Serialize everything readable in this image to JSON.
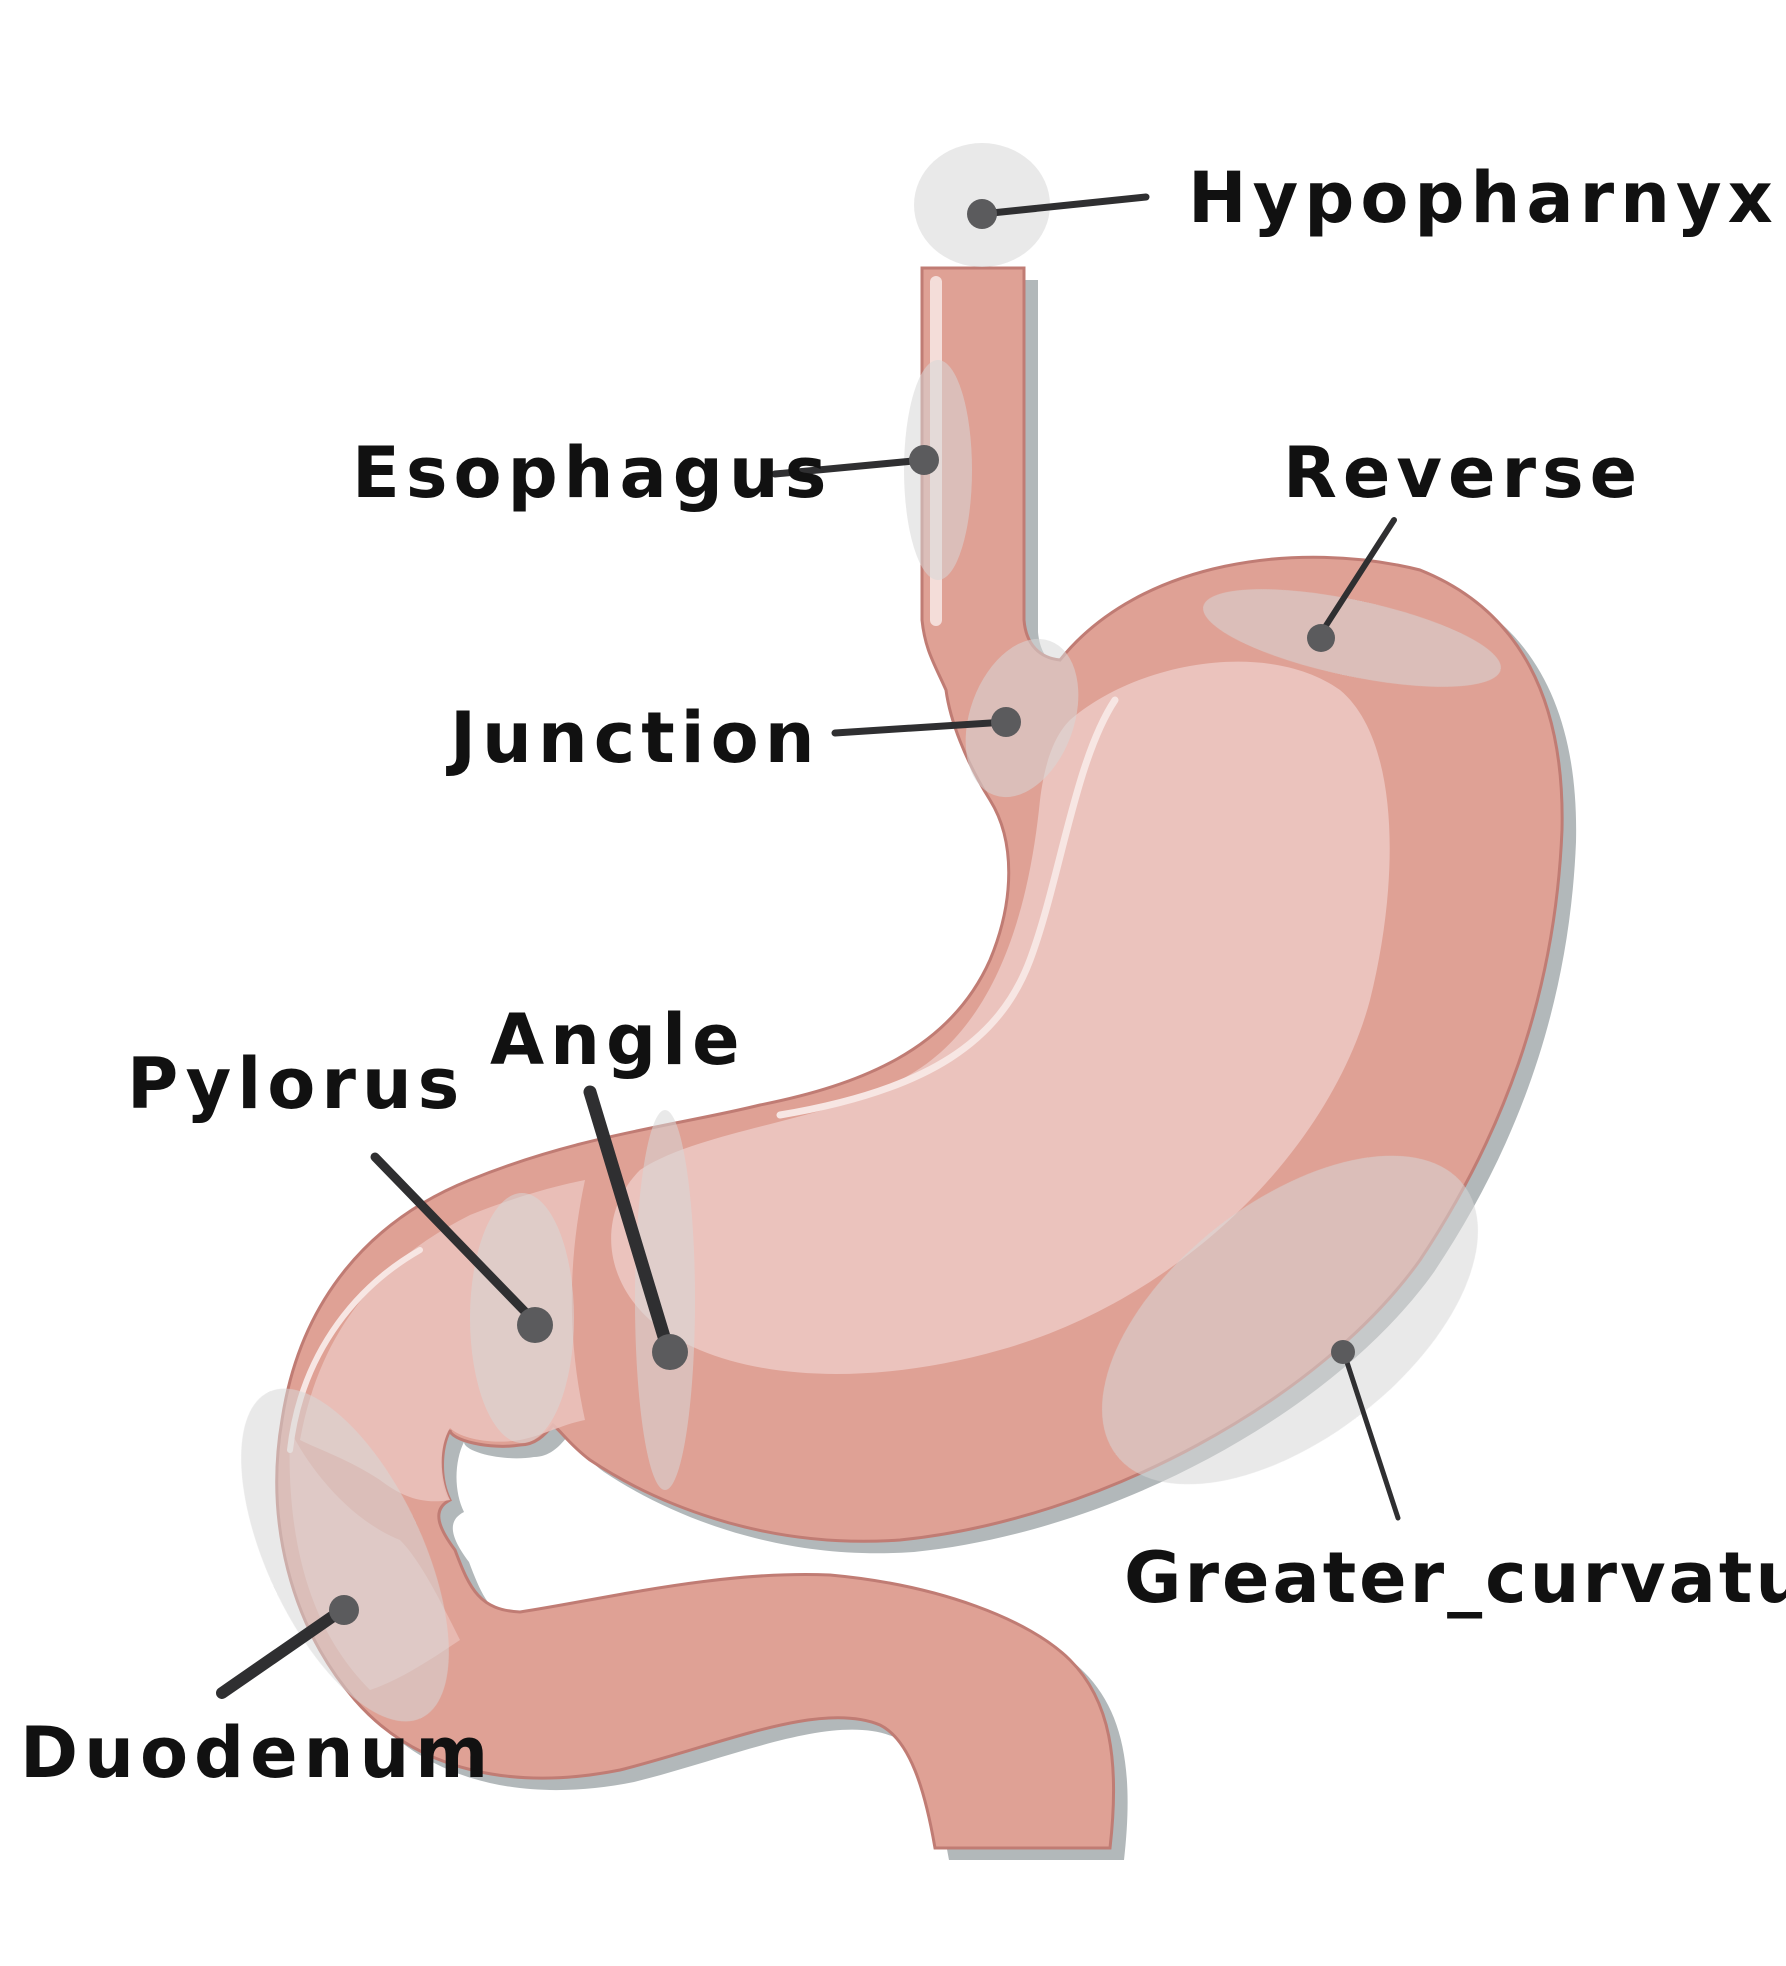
{
  "labels": {
    "hypopharnyx": "Hypopharnyx",
    "esophagus": "Esophagus",
    "reverse": "Reverse",
    "junction": "Junction",
    "angle": "Angle",
    "pylorus": "Pylorus",
    "greater_curvature": "Greater_curvature",
    "duodenum": "Duodenum"
  },
  "colors": {
    "organ": "#DFA195",
    "organ_light": "#EBC3BD",
    "shadow": "#B2B8BA",
    "outline": "#C07C74",
    "highlight_zone": "#D8D8D8",
    "marker": "#5B5B5D",
    "leader": "#2F2F31",
    "text": "#111111"
  }
}
